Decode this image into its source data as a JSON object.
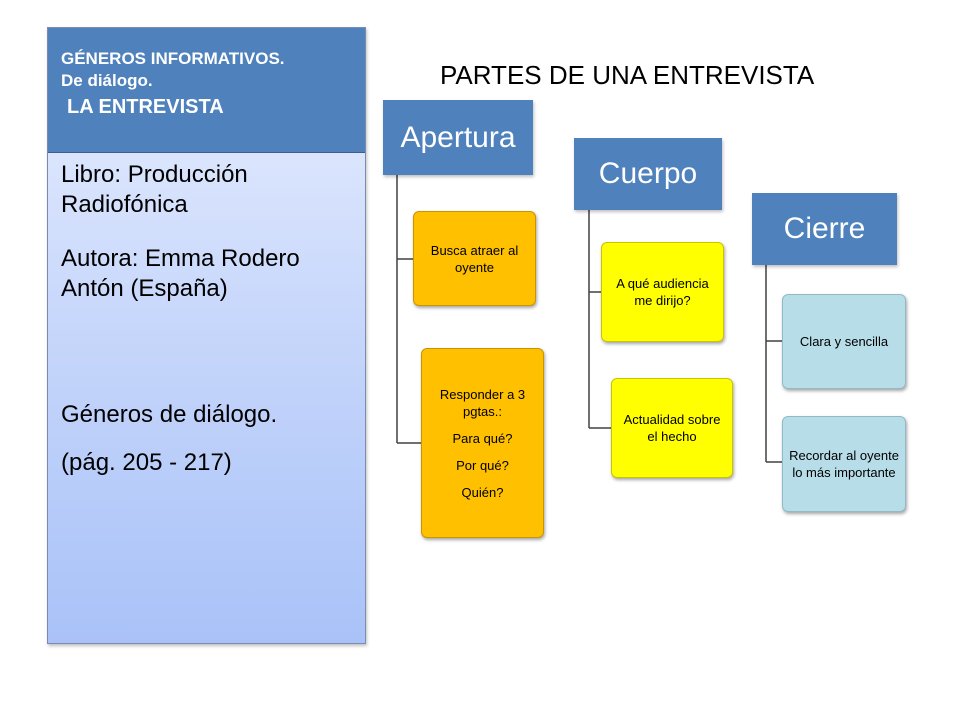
{
  "left_panel": {
    "header": {
      "line1": "GÉNEROS INFORMATIVOS.",
      "line2": "De diálogo.",
      "line3": "LA ENTREVISTA"
    },
    "body": {
      "book": "Libro: Producción Radiofónica",
      "author": "Autora: Emma Rodero Antón (España)",
      "genre": "Géneros de diálogo.",
      "pages": "(pág. 205 - 217)"
    }
  },
  "diagram": {
    "title": "PARTES DE UNA ENTREVISTA",
    "sections": [
      {
        "heading": "Apertura",
        "items": [
          {
            "lines": [
              "Busca atraer al oyente"
            ]
          },
          {
            "lines": [
              "Responder a 3 pgtas.:",
              "Para qué?",
              "Por qué?",
              "Quién?"
            ]
          }
        ]
      },
      {
        "heading": "Cuerpo",
        "items": [
          {
            "lines": [
              "A qué audiencia me dirijo?"
            ]
          },
          {
            "lines": [
              "Actualidad sobre el hecho"
            ]
          }
        ]
      },
      {
        "heading": "Cierre",
        "items": [
          {
            "lines": [
              "Clara y sencilla"
            ]
          },
          {
            "lines": [
              "Recordar al oyente lo más importante"
            ]
          }
        ]
      }
    ],
    "colors": {
      "heading": "#4f81bd",
      "apertura_items": "#ffc000",
      "cuerpo_items": "#ffff00",
      "cierre_items": "#b7dde8",
      "connector": "#404040"
    }
  }
}
